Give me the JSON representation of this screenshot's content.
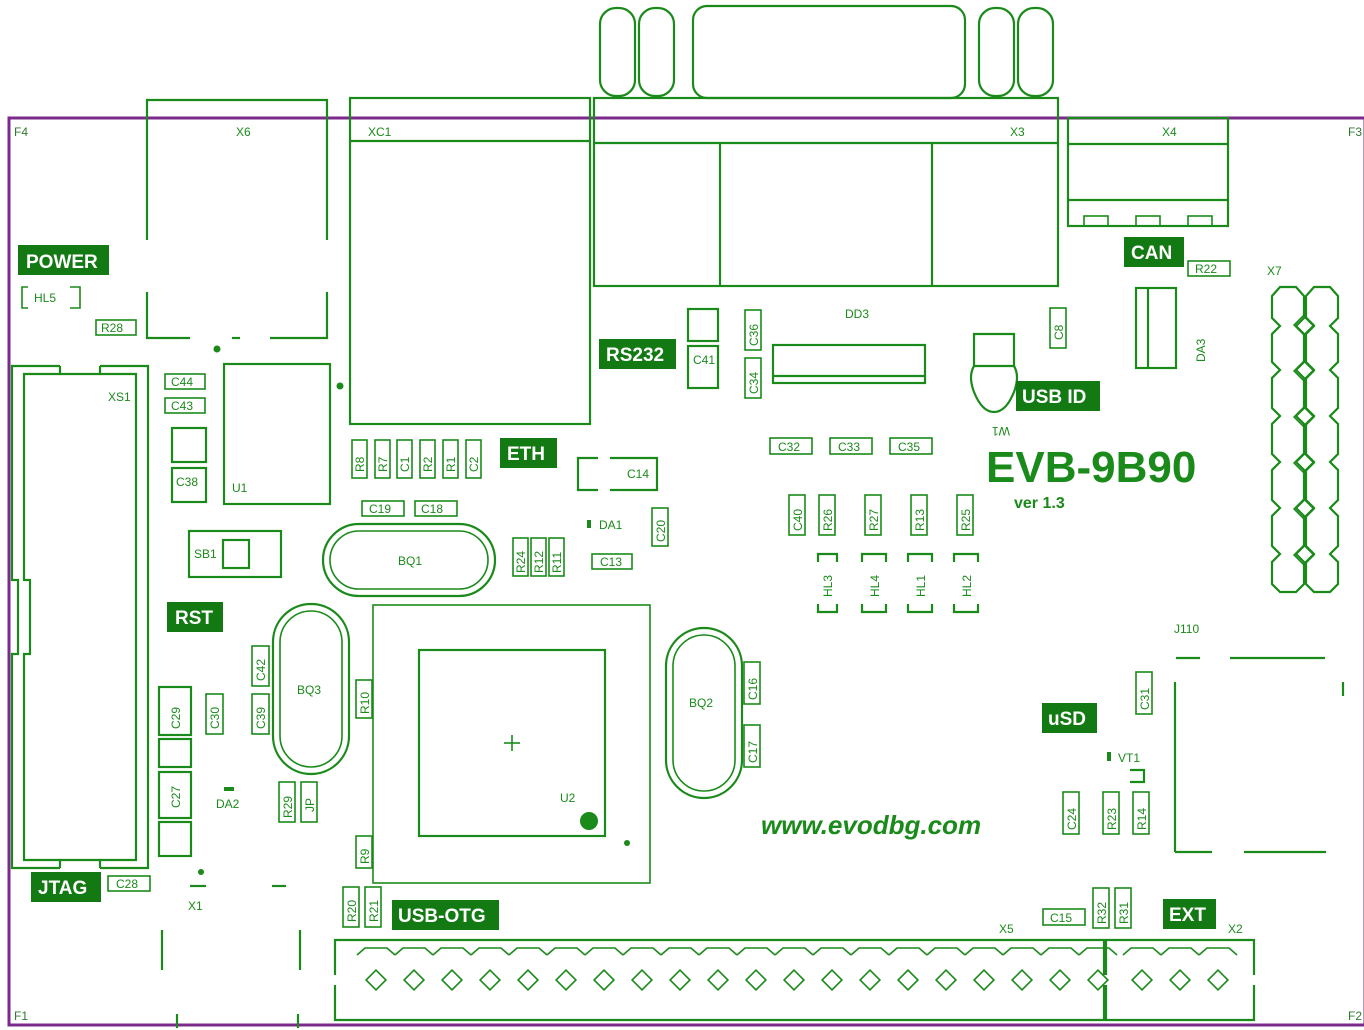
{
  "board": {
    "title": "EVB-9B90",
    "version": "ver 1.3",
    "website": "www.evodbg.com",
    "colors": {
      "silkscreen": "#1a8a1a",
      "badge": "#137a13",
      "board_edge": "#7b2a8c",
      "background": "#ffffff"
    }
  },
  "corners": {
    "top_left": "F4",
    "top_right": "F3",
    "bottom_left": "F1",
    "bottom_right": "F2"
  },
  "badges": {
    "power": "POWER",
    "can": "CAN",
    "rs232": "RS232",
    "usb_id": "USB ID",
    "eth": "ETH",
    "rst": "RST",
    "usd": "uSD",
    "jtag": "JTAG",
    "usb_otg": "USB-OTG",
    "ext": "EXT"
  },
  "connectors": {
    "x6": "X6",
    "xc1": "XC1",
    "x3": "X3",
    "x4": "X4",
    "x7": "X7",
    "xs1": "XS1",
    "x5": "X5",
    "x2": "X2",
    "x1": "X1",
    "j110": "J110"
  },
  "chips": {
    "u1": "U1",
    "u2": "U2",
    "dd3": "DD3",
    "da1": "DA1",
    "da2": "DA2",
    "da3": "DA3",
    "bq1": "BQ1",
    "bq2": "BQ2",
    "bq3": "BQ3",
    "sb1": "SB1",
    "vt1": "VT1",
    "w1": "W1",
    "jp": "JP"
  },
  "leds": {
    "hl1": "HL1",
    "hl2": "HL2",
    "hl3": "HL3",
    "hl4": "HL4",
    "hl5": "HL5"
  },
  "parts": {
    "r1": "R1",
    "r2": "R2",
    "r7": "R7",
    "r8": "R8",
    "r9": "R9",
    "r10": "R10",
    "r11": "R11",
    "r12": "R12",
    "r13": "R13",
    "r14": "R14",
    "r20": "R20",
    "r21": "R21",
    "r22": "R22",
    "r23": "R23",
    "r24": "R24",
    "r25": "R25",
    "r26": "R26",
    "r27": "R27",
    "r28": "R28",
    "r29": "R29",
    "r31": "R31",
    "r32": "R32",
    "c1": "C1",
    "c2": "C2",
    "c8": "C8",
    "c13": "C13",
    "c14": "C14",
    "c15": "C15",
    "c16": "C16",
    "c17": "C17",
    "c18": "C18",
    "c19": "C19",
    "c20": "C20",
    "c24": "C24",
    "c27": "C27",
    "c28": "C28",
    "c29": "C29",
    "c30": "C30",
    "c31": "C31",
    "c32": "C32",
    "c33": "C33",
    "c34": "C34",
    "c35": "C35",
    "c36": "C36",
    "c38": "C38",
    "c39": "C39",
    "c40": "C40",
    "c41": "C41",
    "c42": "C42",
    "c43": "C43",
    "c44": "C44"
  }
}
